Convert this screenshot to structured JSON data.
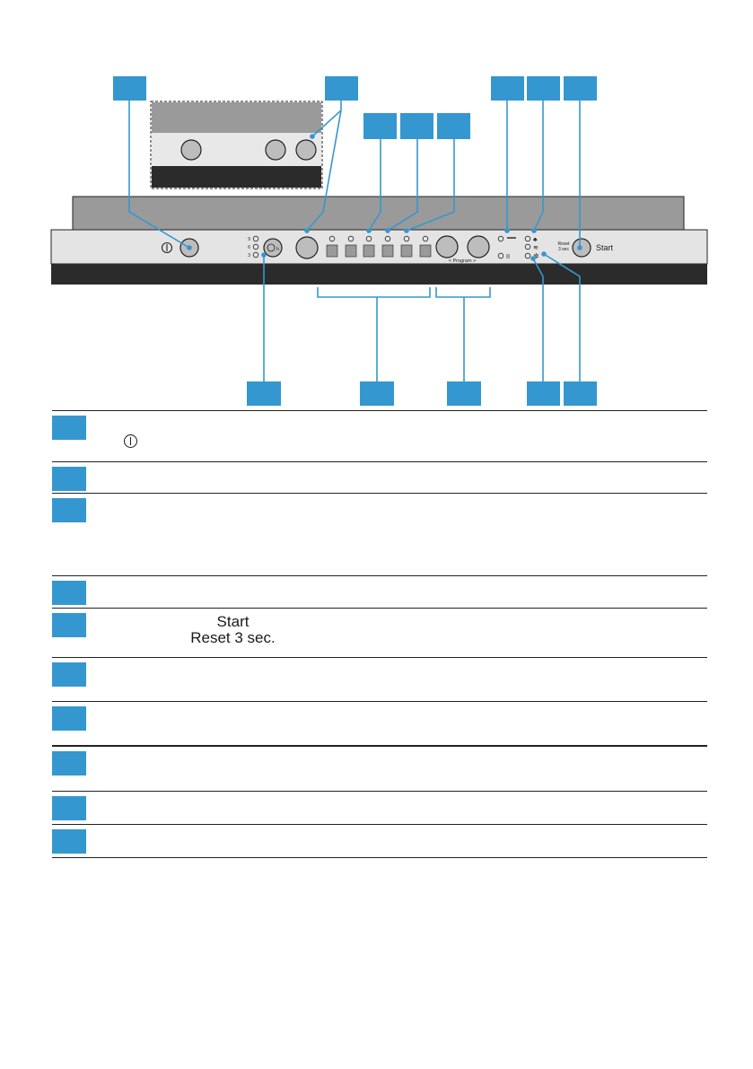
{
  "panel": {
    "power_symbol": "power-icon",
    "delay_marks": [
      "9",
      "6",
      "3"
    ],
    "program_label": "< Program >",
    "reset_label_1": "Reset",
    "reset_label_2": "3 sec",
    "start_label": "Start"
  },
  "legend": {
    "row1_symbol": "power-icon",
    "row5_line1": "Start",
    "row5_line2": "Reset 3 sec."
  },
  "colors": {
    "badge": "#3597cf",
    "panel": "#e4e4e4",
    "dark_strip": "#2b2b2b",
    "top_cover": "#9a9a9a"
  }
}
